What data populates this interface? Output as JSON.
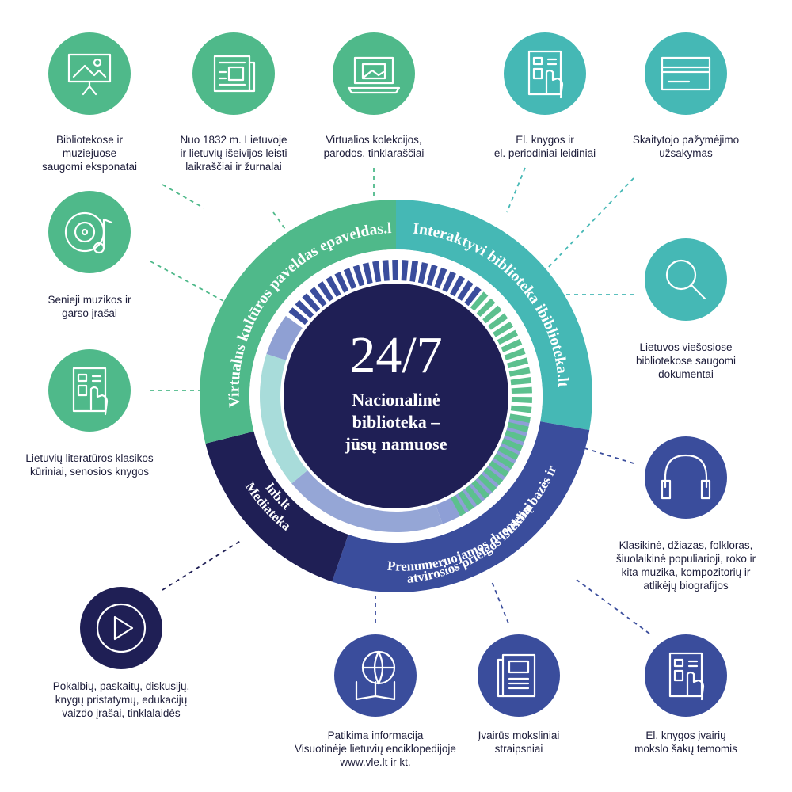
{
  "colors": {
    "green": "#4fb98a",
    "teal": "#45b8b5",
    "blue": "#3a4d9c",
    "navy": "#1f1f55",
    "light_teal": "#a8dcda",
    "light_blue": "#95a6d6"
  },
  "center": {
    "big": "24/7",
    "line1": "Nacionalinė",
    "line2": "biblioteka –",
    "line3": "jūsų namuose"
  },
  "segments": {
    "epaveldas": "Virtualus kultūros paveldas epaveldas.lt",
    "ibiblioteka": "Interaktyvi biblioteka ibiblioteka.lt",
    "prenumeruojamos_line1": "Prenumeruojamos duomenų bazės ir",
    "prenumeruojamos_line2": "atvirosios prieigos ištekliai",
    "mediateka_line1": "Mediateka",
    "mediateka_line2": "lnb.lt"
  },
  "items": [
    {
      "id": "eksponatai",
      "icon": "easel-picture-icon",
      "label": "Bibliotekose ir\nmuziejuose\nsaugomi eksponatai"
    },
    {
      "id": "laikrasciai",
      "icon": "newspaper-icon",
      "label": "Nuo 1832 m. Lietuvoje\nir lietuvių išeivijos leisti\nlaikraščiai ir žurnalai"
    },
    {
      "id": "kolekcijos",
      "icon": "laptop-picture-icon",
      "label": "Virtualios kolekcijos,\nparodos, tinklaraščiai"
    },
    {
      "id": "el-knygos",
      "icon": "tablet-touch-icon",
      "label": "El. knygos ir\nel. periodiniai leidiniai"
    },
    {
      "id": "pazymejimas",
      "icon": "card-icon",
      "label": "Skaitytojo pažymėjimo\nužsakymas"
    },
    {
      "id": "muzikos-irasai",
      "icon": "vinyl-music-icon",
      "label": "Senieji muzikos ir\ngarso įrašai"
    },
    {
      "id": "dokumentai",
      "icon": "magnifier-icon",
      "label": "Lietuvos viešosiose\nbibliotekose saugomi\ndokumentai"
    },
    {
      "id": "klasika",
      "icon": "tablet-touch-icon",
      "label": "Lietuvių literatūros klasikos\nkūriniai, senosios knygos"
    },
    {
      "id": "muzika",
      "icon": "headphones-icon",
      "label": "Klasikinė, džiazas, folkloras,\nšiuolaikinė populiarioji, roko ir\nkita muzika,  kompozitorių ir\natlikėjų biografijos"
    },
    {
      "id": "video",
      "icon": "play-icon",
      "label": "Pokalbių, paskaitų, diskusijų,\nknygų pristatymų, edukacijų\nvaizdo įrašai, tinklalaidės"
    },
    {
      "id": "enciklopedija",
      "icon": "globe-book-icon",
      "label": "Patikima informacija\nVisuotinėje lietuvių enciklopedijoje\nwww.vle.lt ir kt."
    },
    {
      "id": "straipsniai",
      "icon": "book-icon",
      "label": "Įvairūs moksliniai\nstraipsniai"
    },
    {
      "id": "mokslo-knygos",
      "icon": "tablet-touch-icon",
      "label": "El. knygos įvairių\nmokslo šakų temomis"
    }
  ]
}
